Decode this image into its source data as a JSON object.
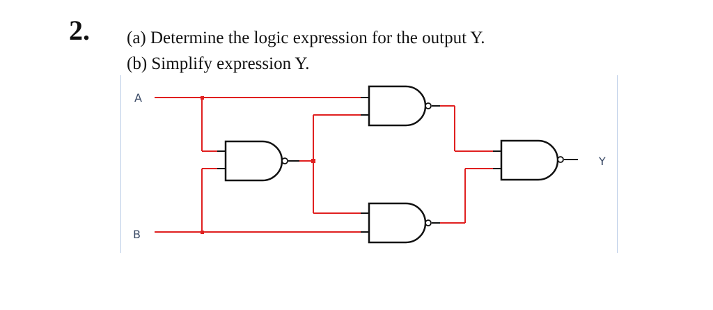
{
  "question": {
    "number": "2.",
    "part_a": "(a) Determine the logic expression for the output Y.",
    "part_b": "(b) Simplify expression Y."
  },
  "circuit": {
    "inputs": [
      "A",
      "B"
    ],
    "output": "Y",
    "gate_type": "NAND",
    "gates": [
      {
        "id": "g1",
        "type": "NAND",
        "inputs": [
          "A",
          "B"
        ]
      },
      {
        "id": "g2",
        "type": "NAND",
        "inputs": [
          "A",
          "g1"
        ]
      },
      {
        "id": "g3",
        "type": "NAND",
        "inputs": [
          "g1",
          "B"
        ]
      },
      {
        "id": "g4",
        "type": "NAND",
        "inputs": [
          "g2",
          "g3"
        ]
      }
    ],
    "colors": {
      "wire": "#e02020",
      "gate": "#111111",
      "label": "#3a4a66",
      "frame": "#b9cbe6"
    }
  }
}
